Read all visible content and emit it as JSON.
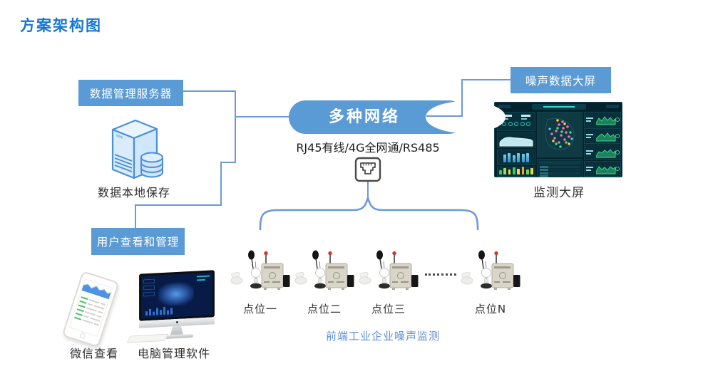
{
  "page": {
    "title": "方案架构图"
  },
  "colors": {
    "accent_blue": "#5b9bd5",
    "title_blue": "#1577d2",
    "line_blue": "#6b9ad6",
    "caption_blue": "#5c8fd6",
    "caption_dark": "#2f2f2f",
    "dashboard_bg": "#04222b",
    "dashboard_teal": "#3fd9cc",
    "spark_green": "#3ee08c"
  },
  "left_branch": {
    "server_box_label": "数据管理服务器",
    "server_caption": "数据本地保存",
    "user_box_label": "用户查看和管理",
    "wechat_caption": "微信查看",
    "pc_caption": "电脑管理软件"
  },
  "network": {
    "cloud_label": "多种网络",
    "types_caption": "RJ45有线/4G全网通/RS485"
  },
  "right_branch": {
    "screen_box_label": "噪声数据大屏",
    "screen_caption": "监测大屏"
  },
  "frontend": {
    "devices": [
      {
        "label": "点位一"
      },
      {
        "label": "点位二"
      },
      {
        "label": "点位三"
      },
      {
        "label": "点位N"
      }
    ],
    "caption": "前端工业企业噪声监测"
  },
  "icons": {
    "server": "server-database-icon",
    "rj45": "ethernet-port-icon",
    "phone": "smartphone-wechat-icon",
    "computer": "imac-dashboard-icon",
    "monitor_wall": "monitoring-big-screen-image",
    "device_cluster": "noise-sensor-station-icon",
    "brace": "horizontal-curly-brace"
  }
}
